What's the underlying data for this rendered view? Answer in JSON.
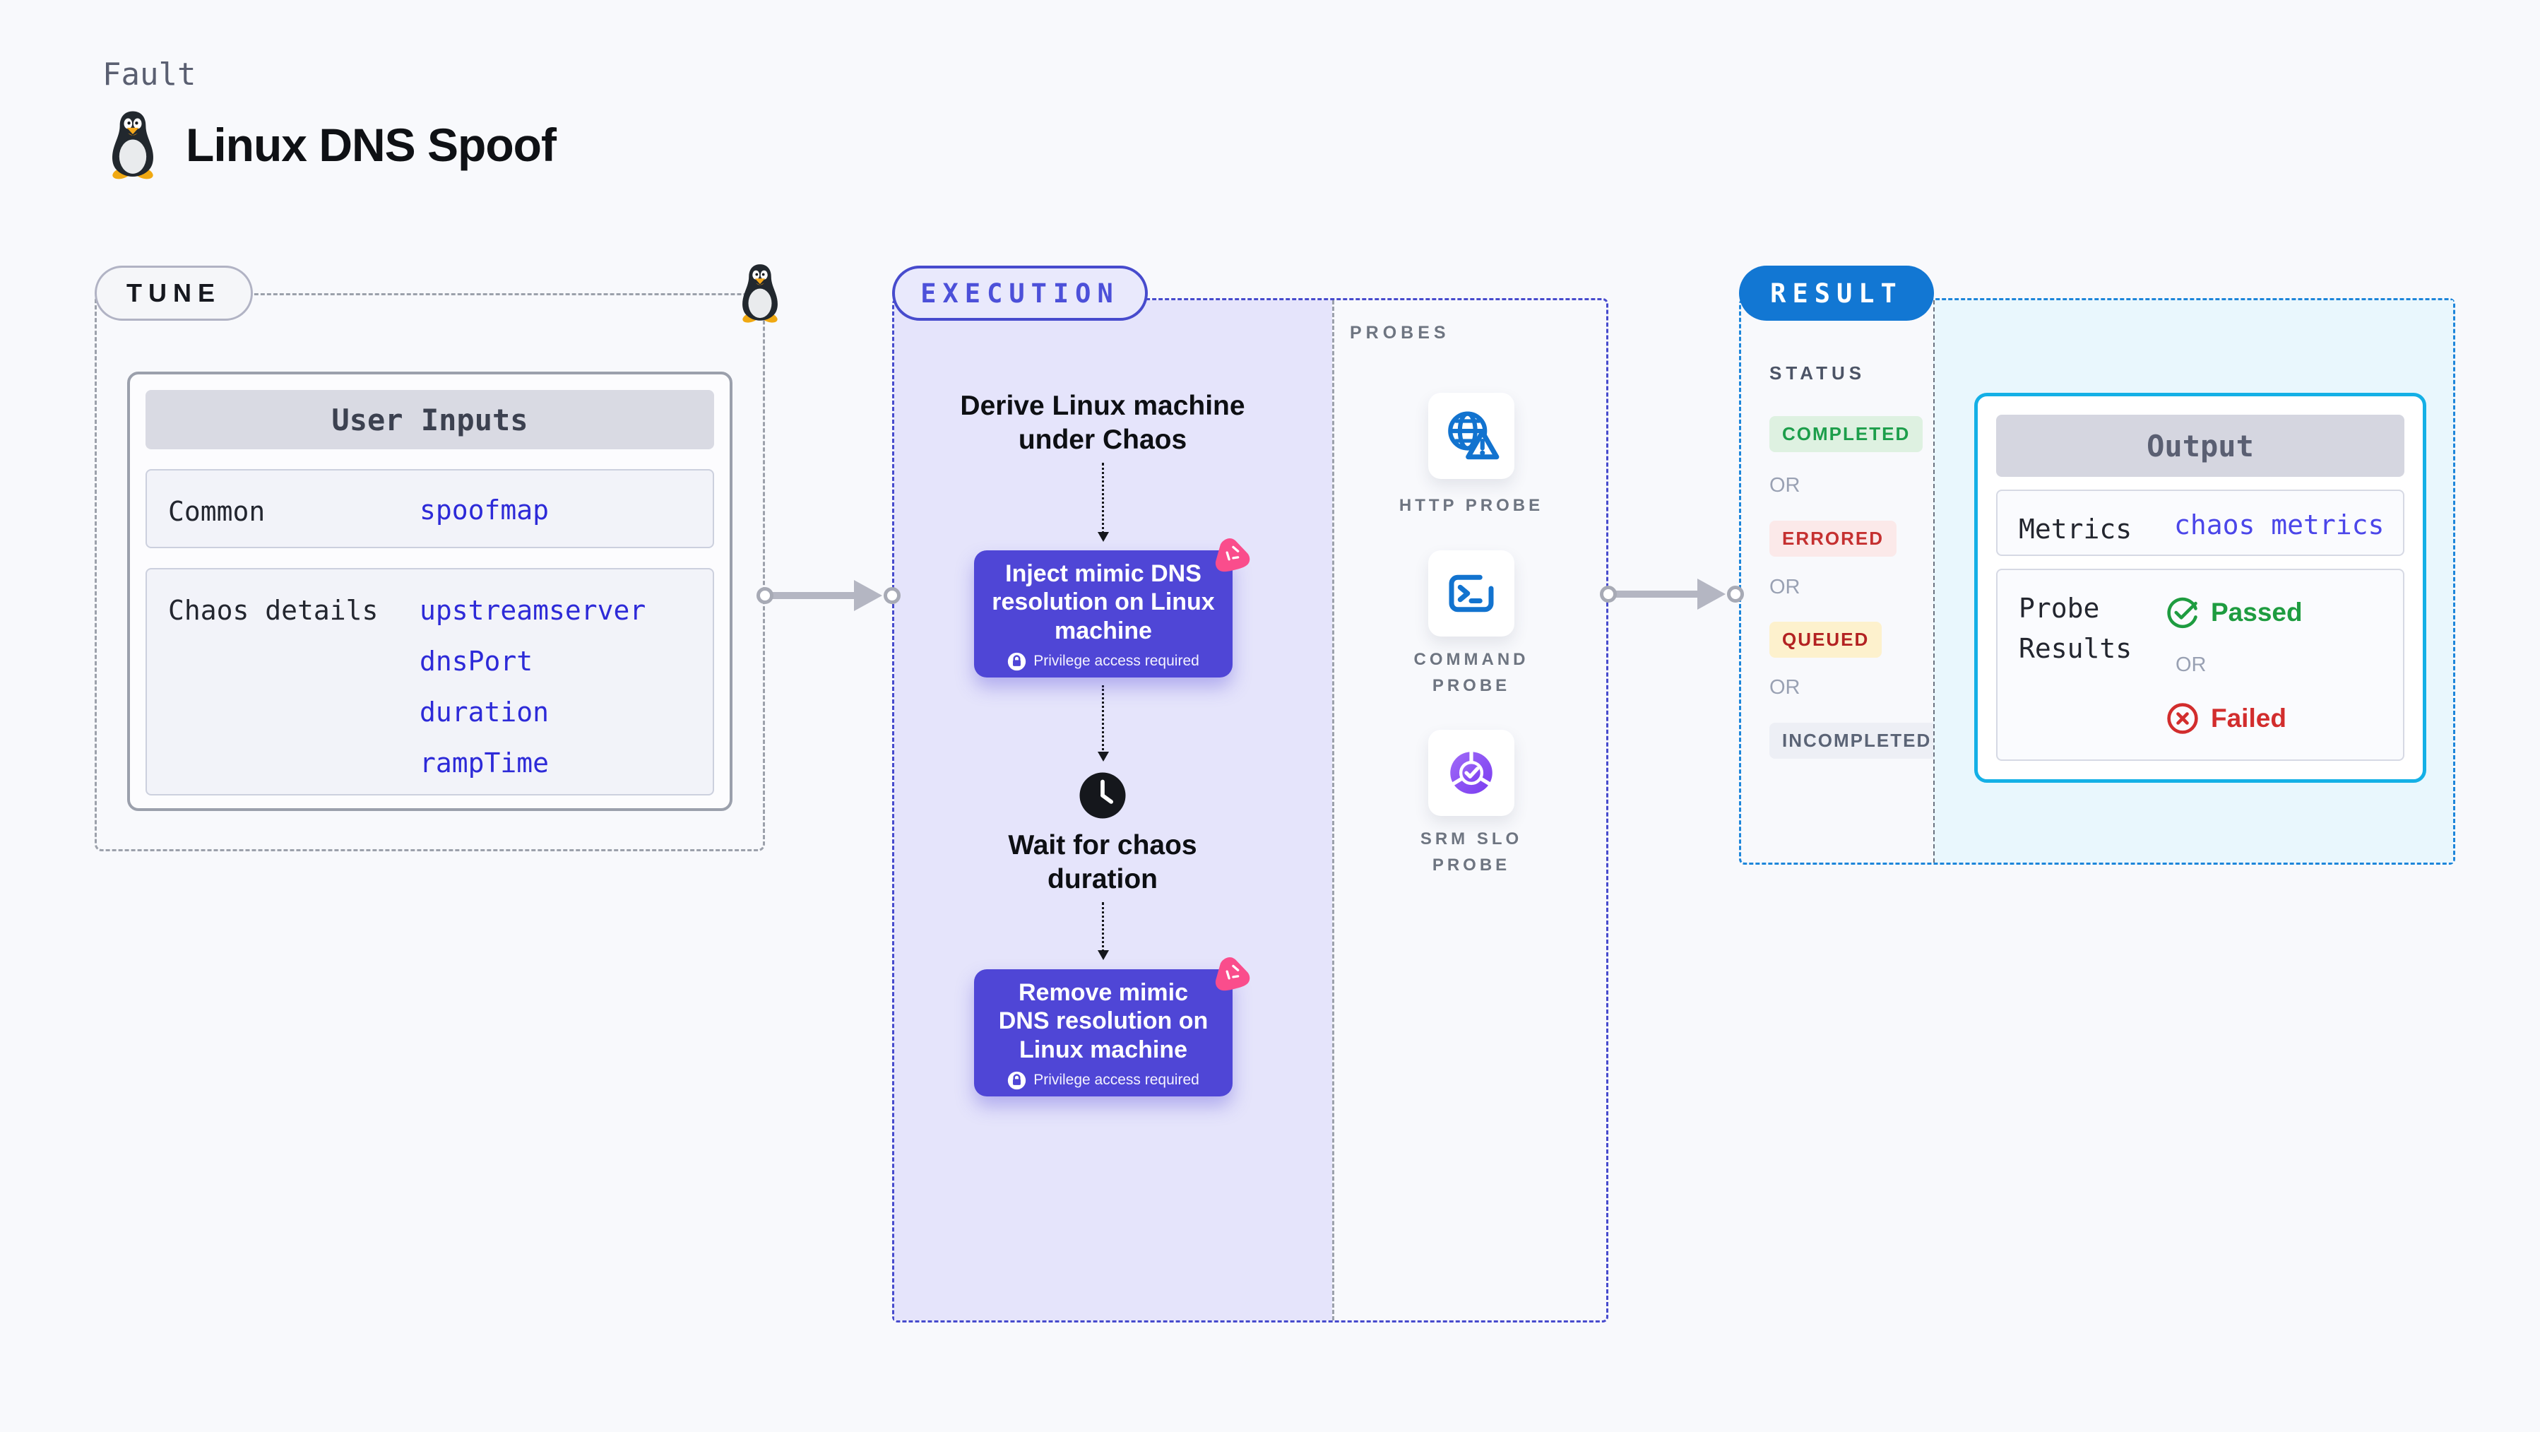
{
  "labels": {
    "or": "OR"
  },
  "header": {
    "kicker": "Fault",
    "title": "Linux DNS Spoof",
    "penguin_icon": "tux-penguin"
  },
  "tune": {
    "badge": "TUNE",
    "penguin_icon": "tux-penguin",
    "user_inputs": {
      "header": "User Inputs",
      "rows": [
        {
          "label": "Common",
          "values": [
            "spoofmap"
          ]
        },
        {
          "label": "Chaos details",
          "values": [
            "upstreamserver",
            "dnsPort",
            "duration",
            "rampTime"
          ]
        }
      ]
    }
  },
  "execution": {
    "badge": "EXECUTION",
    "derive_step": "Derive Linux machine under Chaos",
    "inject_step": {
      "title": "Inject mimic DNS resolution on Linux machine",
      "badge": "Privilege access required"
    },
    "wait_step": {
      "title": "Wait for chaos duration"
    },
    "remove_step": {
      "title": "Remove mimic DNS resolution on Linux machine",
      "badge": "Privilege access required"
    }
  },
  "probes": {
    "title": "PROBES",
    "items": [
      {
        "label": "HTTP PROBE",
        "icon": "http-probe-icon"
      },
      {
        "label": "COMMAND PROBE",
        "icon": "command-probe-icon"
      },
      {
        "label": "SRM SLO PROBE",
        "icon": "srm-slo-probe-icon"
      }
    ]
  },
  "result": {
    "badge": "RESULT",
    "status_title": "STATUS",
    "statuses": [
      {
        "label": "COMPLETED",
        "fg": "#1d9e4b",
        "bg": "#def1e1"
      },
      {
        "label": "ERRORED",
        "fg": "#c53030",
        "bg": "#fbe9e9"
      },
      {
        "label": "QUEUED",
        "fg": "#b32222",
        "bg": "#fdf1cd"
      },
      {
        "label": "INCOMPLETED",
        "fg": "#5b6476",
        "bg": "#edeff5"
      }
    ],
    "output": {
      "header": "Output",
      "metrics_label": "Metrics",
      "metrics_value": "chaos metrics",
      "probe_results_label": "Probe Results",
      "passed": "Passed",
      "failed": "Failed"
    }
  },
  "colors": {
    "page_bg": "#f8f9fc",
    "execution_fill": "#e5e4fb",
    "execution_border": "#474bcd",
    "chaos_box": "#4f46d6",
    "chaos_ticker_pink": "#fa4d8c",
    "tune_border": "#9ca1ab",
    "result_border": "#1d86da",
    "result_pill": "#1277d3",
    "output_border": "#14b0e6",
    "output_panel_bg": "#e9f7fd",
    "link_blue": "#2d2ad8",
    "probe_icon_blue": "#1273cf",
    "passed_green": "#1e9c40",
    "failed_red": "#d22d2d"
  }
}
